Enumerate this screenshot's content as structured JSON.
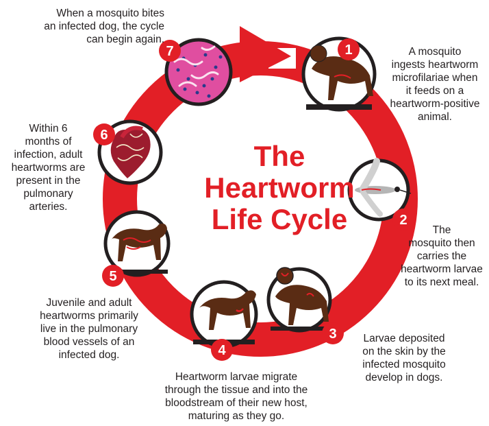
{
  "title": {
    "line1": "The",
    "line2": "Heartworm",
    "line3": "Life Cycle"
  },
  "colors": {
    "ring": "#e21f26",
    "title": "#e21f26",
    "badge": "#e21f26",
    "circle_border": "#231f20",
    "dog": "#5a2c14",
    "caption": "#231f20"
  },
  "steps": [
    {
      "number": "1",
      "icon": "mosquito-on-dog-icon",
      "lines": [
        "A mosquito",
        "ingests heartworm",
        "microfilariae when",
        "it feeds on a",
        "heartworm-positive",
        "animal."
      ]
    },
    {
      "number": "2",
      "icon": "mosquito-icon",
      "lines": [
        "The",
        "mosquito then",
        "carries the",
        "heartworm larvae",
        "to its next meal."
      ]
    },
    {
      "number": "3",
      "icon": "mosquito-biting-dog-icon",
      "lines": [
        "Larvae deposited",
        "on the skin by the",
        "infected mosquito",
        "develop in dogs."
      ]
    },
    {
      "number": "4",
      "icon": "dog-icon",
      "lines": [
        "Heartworm larvae migrate",
        "through the tissue and into the",
        "bloodstream of their new host,",
        "maturing as they go."
      ]
    },
    {
      "number": "5",
      "icon": "infected-dog-icon",
      "lines": [
        "Juvenile and adult",
        "heartworms primarily",
        "live in the pulmonary",
        "blood vessels of an",
        "infected dog."
      ]
    },
    {
      "number": "6",
      "icon": "heart-icon",
      "lines": [
        "Within 6",
        "months of",
        "infection, adult",
        "heartworms are",
        "present in the",
        "pulmonary",
        "arteries."
      ]
    },
    {
      "number": "7",
      "icon": "microfilariae-blood-icon",
      "lines": [
        "When a mosquito bites",
        "an infected dog, the cycle",
        "can begin again."
      ]
    }
  ]
}
